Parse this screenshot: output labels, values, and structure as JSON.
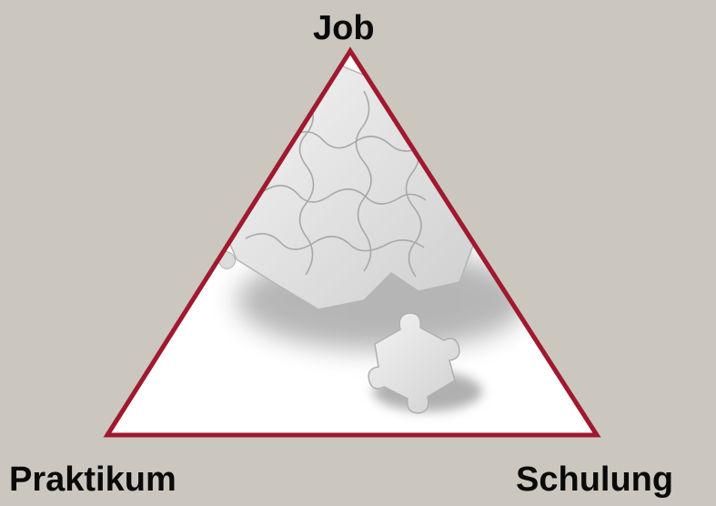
{
  "diagram": {
    "vertices": {
      "top": "Job",
      "bottom_left": "Praktikum",
      "bottom_right": "Schulung"
    },
    "colors": {
      "background": "#cbc7bf",
      "triangle_stroke": "#a0192e",
      "triangle_fill": "#ffffff",
      "text": "#0a0a0a"
    },
    "image": {
      "icon": "puzzle-pieces-illustration"
    }
  }
}
